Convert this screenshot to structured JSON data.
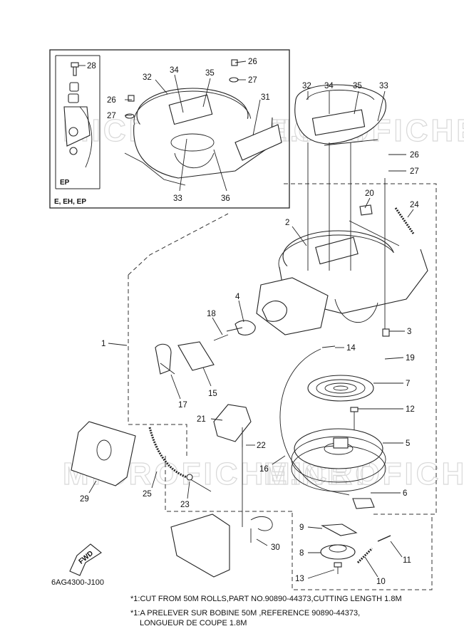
{
  "diagram": {
    "drawing_code": "6AG4300-J100",
    "inset_labels": {
      "models": "E, EH, EP",
      "sub": "EP"
    },
    "watermark": "MICROFICHE.NET",
    "fwd_label": "FWD",
    "notes": [
      "*1:CUT FROM 50M ROLLS,PART NO.90890-44373,CUTTING LENGTH 1.8M",
      "*1:A PRELEVER SUR BOBINE 50M ,REFERENCE 90890-44373,",
      "LONGUEUR DE COUPE 1.8M"
    ],
    "callouts": {
      "c1": "1",
      "c2": "2",
      "c3": "3",
      "c4": "4",
      "c5": "5",
      "c6": "6",
      "c7": "7",
      "c8": "8",
      "c9": "9",
      "c10": "10",
      "c11": "11",
      "c12": "12",
      "c13": "13",
      "c14": "14",
      "c15": "15",
      "c16": "16",
      "c17": "17",
      "c18": "18",
      "c19": "19",
      "c20": "20",
      "c21": "21",
      "c22": "22",
      "c23": "23",
      "c24": "24",
      "c25": "25",
      "c26a": "26",
      "c26b": "26",
      "c26c": "26",
      "c27a": "27",
      "c27b": "27",
      "c27c": "27",
      "c28": "28",
      "c29": "29",
      "c30": "30",
      "c31": "31",
      "c32a": "32",
      "c32b": "32",
      "c33a": "33",
      "c33b": "33",
      "c34a": "34",
      "c34b": "34",
      "c35a": "35",
      "c35b": "35",
      "c36": "36"
    }
  }
}
